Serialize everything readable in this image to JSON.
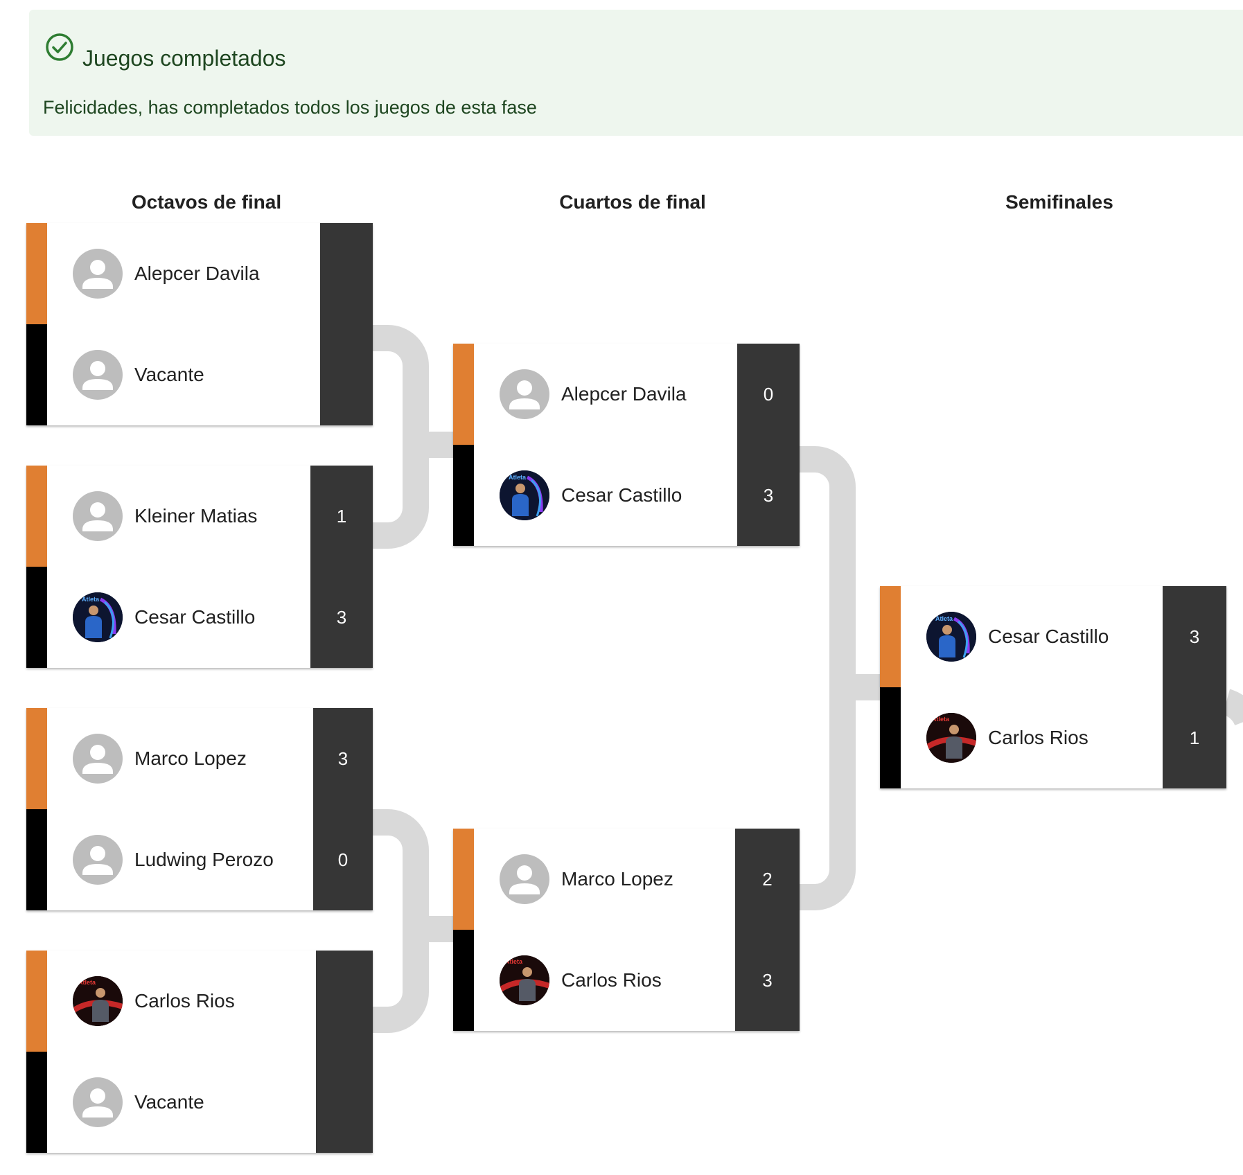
{
  "alert": {
    "title": "Juegos completados",
    "message": "Felicidades, has completados todos los juegos de esta fase",
    "icon": "check-circle-icon"
  },
  "rounds": [
    {
      "title": "Octavos de final"
    },
    {
      "title": "Cuartos de final"
    },
    {
      "title": "Semifinales"
    }
  ],
  "matches": {
    "r1m1": {
      "top": {
        "name": "Alepcer Davila",
        "score": "",
        "avatar": "default-user-icon"
      },
      "bottom": {
        "name": "Vacante",
        "score": "",
        "avatar": "default-user-icon"
      }
    },
    "r1m2": {
      "top": {
        "name": "Kleiner Matias",
        "score": "1",
        "avatar": "default-user-icon"
      },
      "bottom": {
        "name": "Cesar Castillo",
        "score": "3",
        "avatar": "athlete-photo-blue"
      }
    },
    "r1m3": {
      "top": {
        "name": "Marco Lopez",
        "score": "3",
        "avatar": "default-user-icon"
      },
      "bottom": {
        "name": "Ludwing Perozo",
        "score": "0",
        "avatar": "default-user-icon"
      }
    },
    "r1m4": {
      "top": {
        "name": "Carlos Rios",
        "score": "",
        "avatar": "athlete-photo-red"
      },
      "bottom": {
        "name": "Vacante",
        "score": "",
        "avatar": "default-user-icon"
      }
    },
    "r2m1": {
      "top": {
        "name": "Alepcer Davila",
        "score": "0",
        "avatar": "default-user-icon"
      },
      "bottom": {
        "name": "Cesar Castillo",
        "score": "3",
        "avatar": "athlete-photo-blue"
      }
    },
    "r2m2": {
      "top": {
        "name": "Marco Lopez",
        "score": "2",
        "avatar": "default-user-icon"
      },
      "bottom": {
        "name": "Carlos Rios",
        "score": "3",
        "avatar": "athlete-photo-red"
      }
    },
    "r3m1": {
      "top": {
        "name": "Cesar Castillo",
        "score": "3",
        "avatar": "athlete-photo-blue"
      },
      "bottom": {
        "name": "Carlos Rios",
        "score": "1",
        "avatar": "athlete-photo-red"
      }
    }
  },
  "colors": {
    "slot_top_stripe": "#e07f32",
    "slot_bottom_stripe": "#000000",
    "score_bg": "#363636",
    "connector": "#d9d9d9",
    "alert_bg": "#eef6ee",
    "alert_text": "#1e4620"
  }
}
